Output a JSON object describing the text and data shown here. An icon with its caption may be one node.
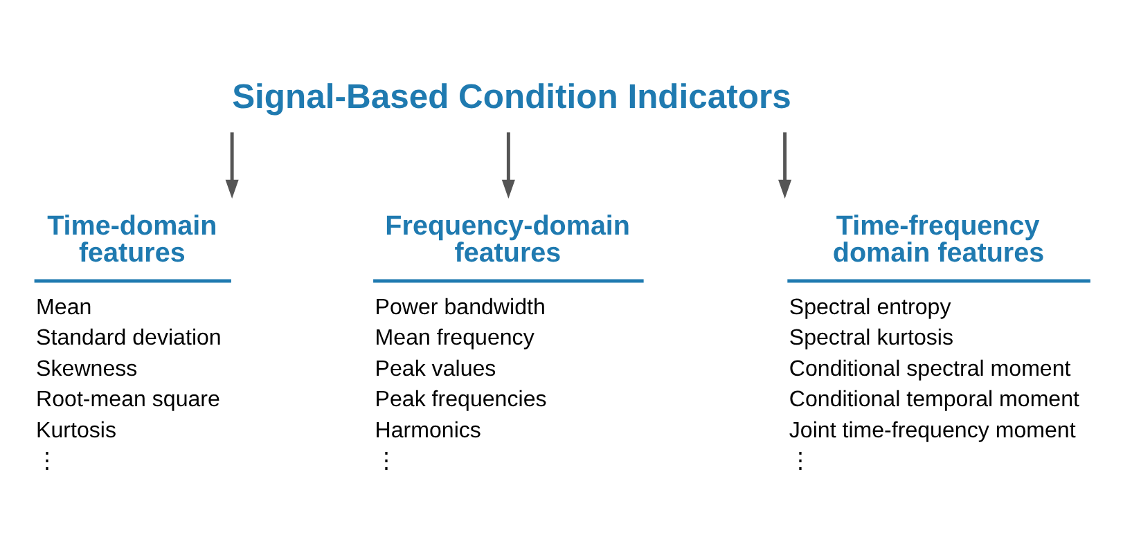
{
  "diagram": {
    "nodes": [
      {
        "text": [
          "Signal-Based Condition Indicators"
        ]
      },
      {
        "text": [
          "Time-domain features",
          "Mean",
          "Standard deviation",
          "Skewness",
          "Root-mean square",
          "Kurtosis",
          "⋮"
        ]
      },
      {
        "text": [
          "Frequency-domain features",
          "Power bandwidth",
          "Mean frequency",
          "Peak values",
          "Peak frequencies",
          "Harmonics",
          "⋮"
        ]
      },
      {
        "text": [
          "Time-frequency domain features",
          "Spectral entropy",
          "Spectral kurtosis",
          "Conditional spectral moment",
          "Conditional temporal moment",
          "Joint time-frequency moment",
          "⋮"
        ]
      }
    ],
    "edges": [
      {
        "from": 0,
        "to": 1,
        "arrow": "to"
      },
      {
        "from": 0,
        "to": 2,
        "arrow": "to"
      },
      {
        "from": 0,
        "to": 3,
        "arrow": "to"
      }
    ]
  }
}
